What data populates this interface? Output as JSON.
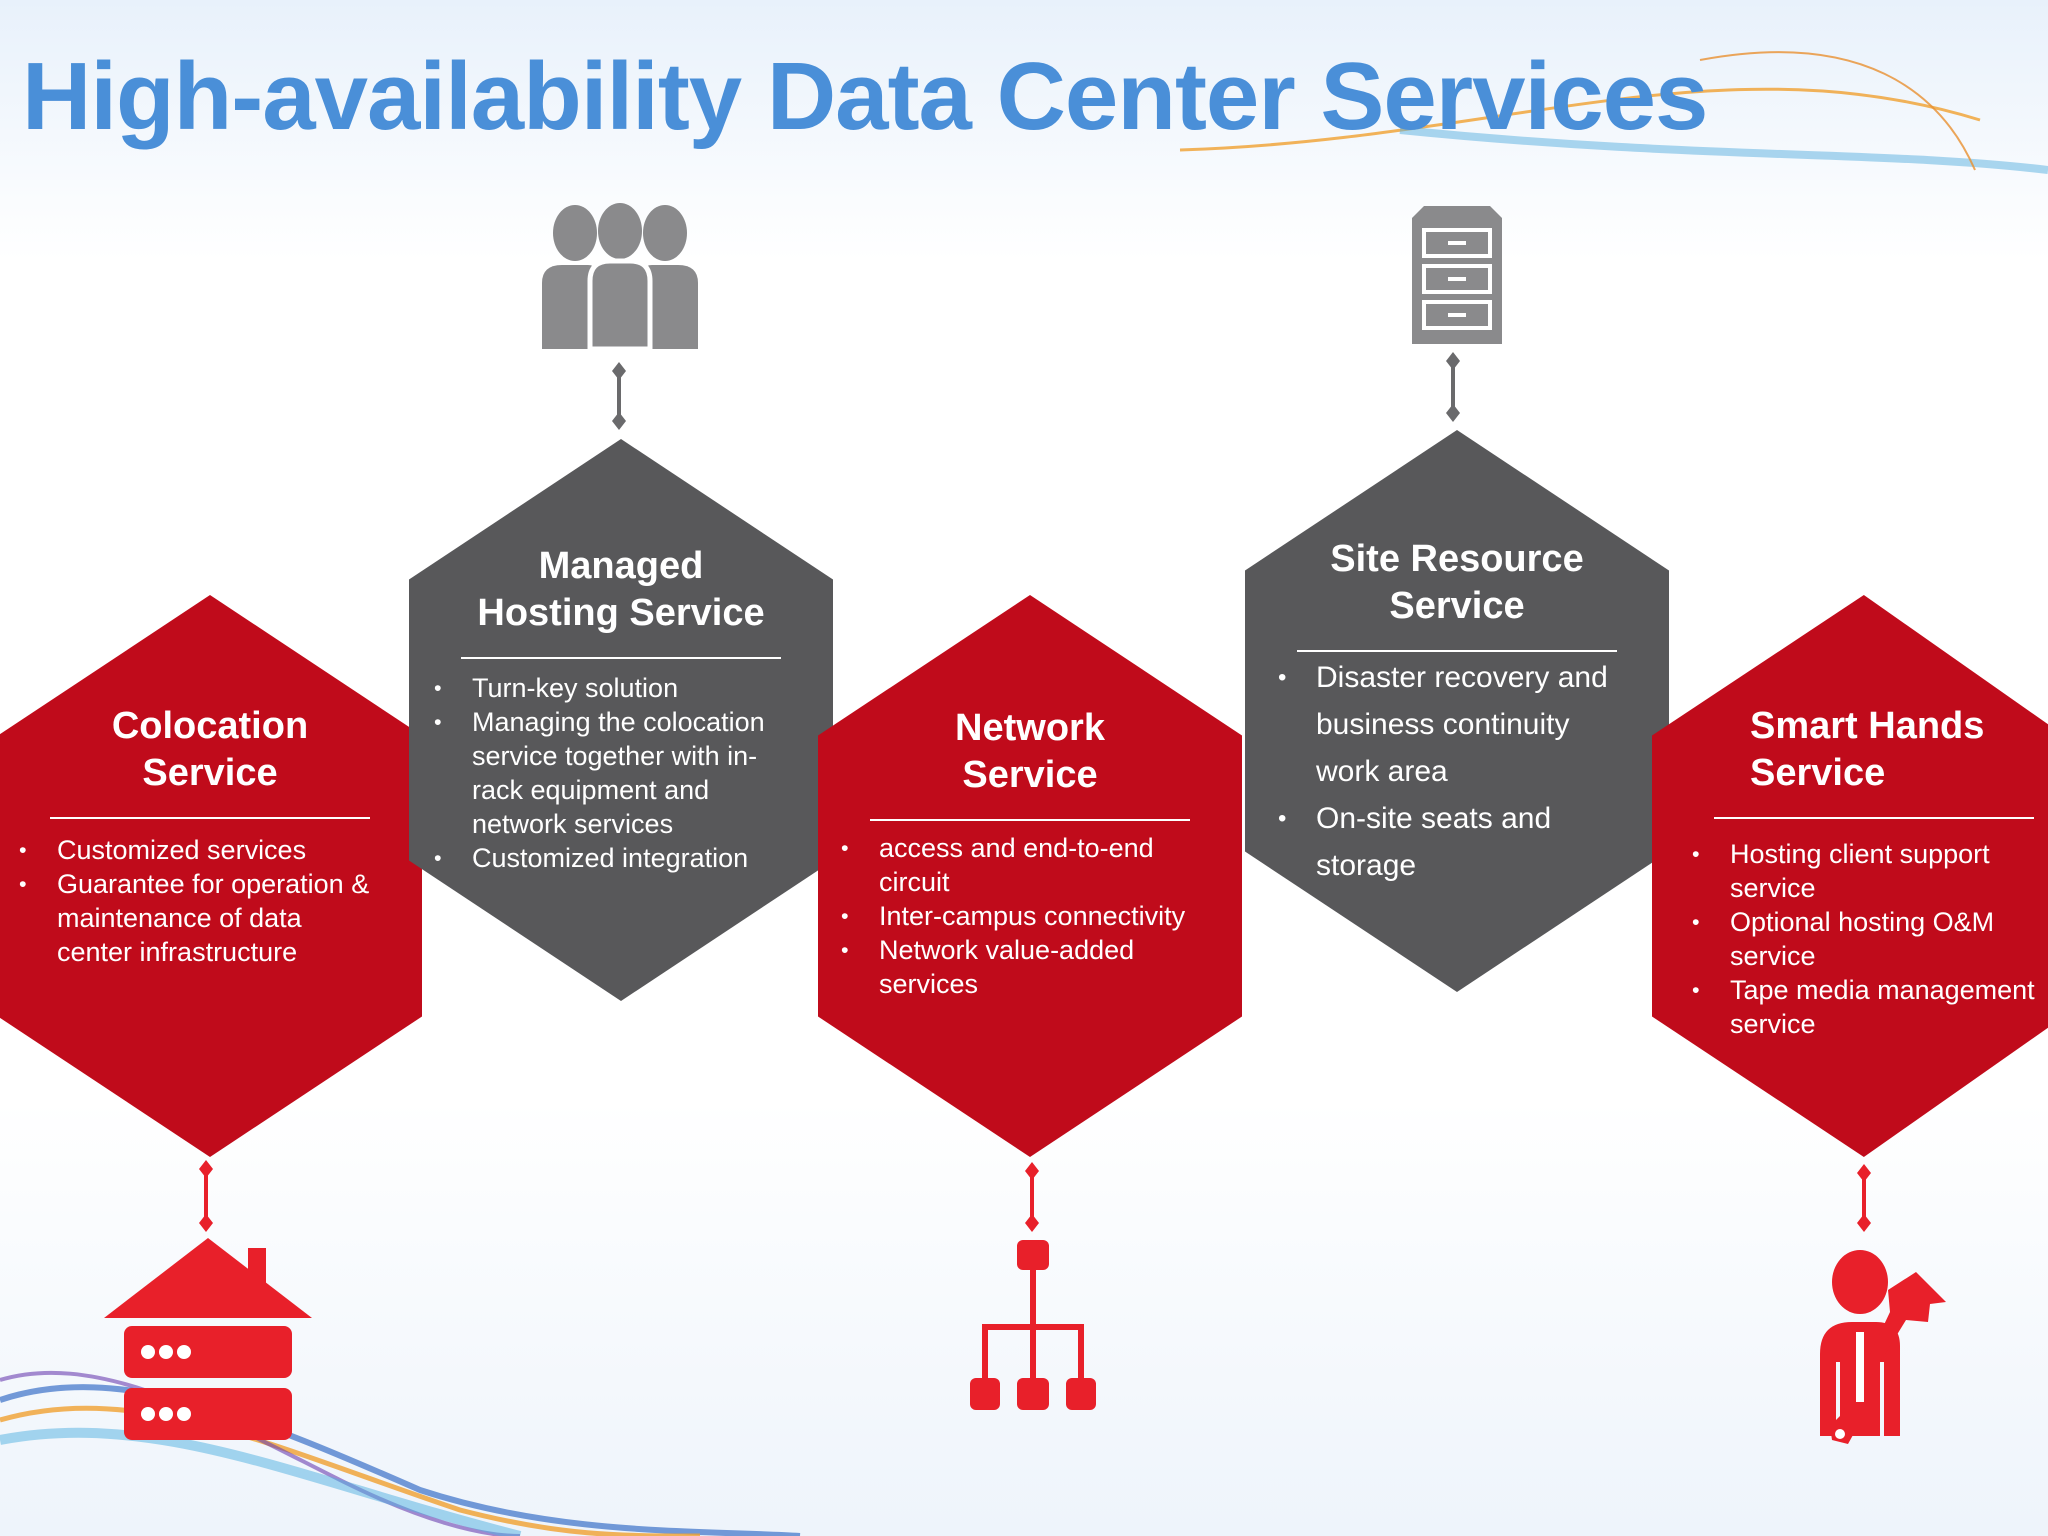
{
  "title": "High-availability Data Center Services",
  "colors": {
    "title_blue": "#4a8fd8",
    "hex_red": "#c00b1b",
    "hex_gray": "#58585a",
    "icon_red": "#e8202a",
    "icon_gray": "#8a8a8c"
  },
  "services": [
    {
      "id": "colocation",
      "title": "Colocation\nService",
      "bullets": [
        "Customized services",
        "Guarantee for operation &\nmaintenance of data\ncenter infrastructure"
      ],
      "icon": "house-server-icon",
      "color": "red"
    },
    {
      "id": "managed-hosting",
      "title": "Managed\nHosting Service",
      "bullets": [
        "Turn-key solution",
        "Managing the colocation\nservice together with in-\nrack equipment and\nnetwork services",
        "Customized integration"
      ],
      "icon": "people-group-icon",
      "color": "gray"
    },
    {
      "id": "network",
      "title": "Network\nService",
      "bullets": [
        "access and end-to-end\ncircuit",
        "Inter-campus connectivity",
        "Network value-added\nservices"
      ],
      "icon": "network-tree-icon",
      "color": "red"
    },
    {
      "id": "site-resource",
      "title": "Site Resource\nService",
      "bullets": [
        "Disaster recovery and\nbusiness continuity\nwork area",
        "On-site seats and\nstorage"
      ],
      "icon": "file-cabinet-icon",
      "color": "gray"
    },
    {
      "id": "smart-hands",
      "title": "Smart Hands\nService",
      "bullets": [
        "Hosting client support\nservice",
        "Optional hosting O&M\nservice",
        "Tape media management\nservice"
      ],
      "icon": "technician-wrench-icon",
      "color": "red"
    }
  ]
}
